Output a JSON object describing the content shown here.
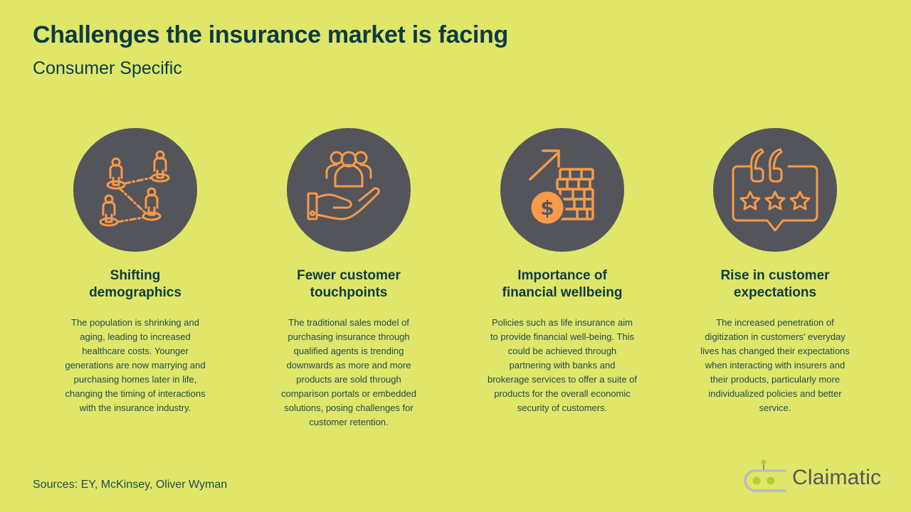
{
  "header": {
    "title": "Challenges the insurance market is facing",
    "subtitle": "Consumer Specific"
  },
  "colors": {
    "background": "#e0e66a",
    "circle": "#54555b",
    "icon_stroke": "#f79a4a",
    "heading": "#0d3b44"
  },
  "cards": [
    {
      "icon": "network-people-icon",
      "title_line1": "Shifting",
      "title_line2": "demographics",
      "body_lines": [
        "The population is shrinking and",
        "aging, leading to increased",
        "healthcare costs. Younger",
        "generations are now marrying and",
        "purchasing homes later in life,",
        "changing the timing of interactions",
        "with the insurance industry."
      ]
    },
    {
      "icon": "hand-holding-people-icon",
      "title_line1": "Fewer customer",
      "title_line2": "touchpoints",
      "body_lines": [
        "The traditional sales model of",
        "purchasing insurance through",
        "qualified agents is trending",
        "downwards as more and more",
        "products are sold through",
        "comparison portals or embedded",
        "solutions, posing challenges for",
        "customer retention."
      ]
    },
    {
      "icon": "money-growth-icon",
      "title_line1": "Importance of",
      "title_line2": "financial wellbeing",
      "body_lines": [
        "Policies such as life insurance aim",
        "to provide financial well-being. This",
        "could be achieved through",
        "partnering with banks and",
        "brokerage services to offer a suite of",
        "products for the overall economic",
        "security of customers."
      ]
    },
    {
      "icon": "review-stars-icon",
      "title_line1": "Rise in customer",
      "title_line2": "expectations",
      "body_lines": [
        "The increased penetration of",
        "digitization in customers' everyday",
        "lives has changed their expectations",
        "when interacting with insurers and",
        "their products, particularly more",
        "individualized policies and better",
        "service."
      ]
    }
  ],
  "footer": {
    "sources": "Sources: EY, McKinsey, Oliver Wyman",
    "logo_text": "Claimatic"
  }
}
